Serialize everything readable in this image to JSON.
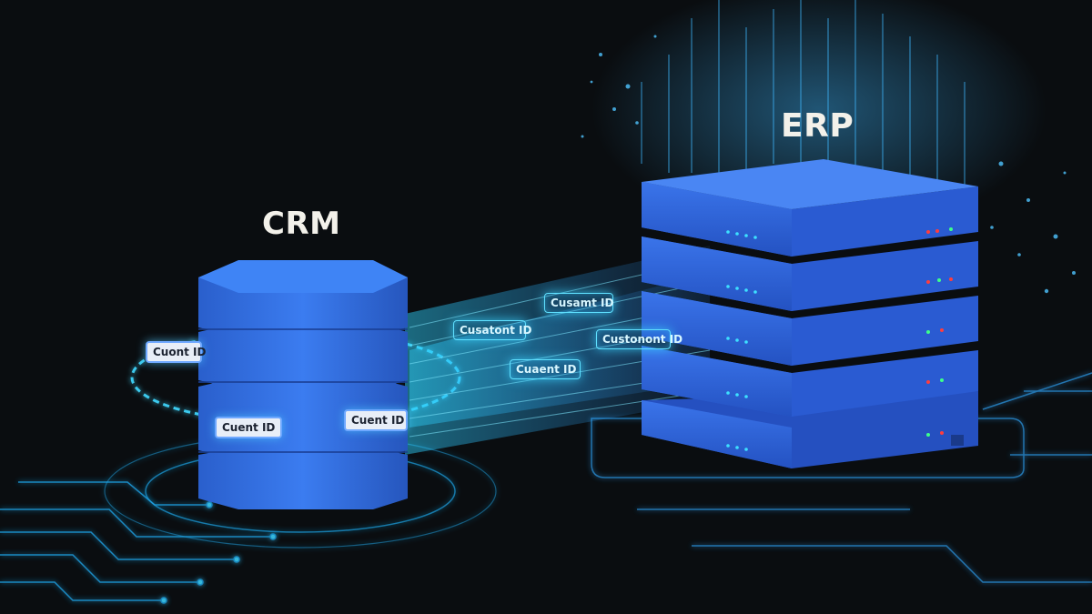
{
  "labels": {
    "crm": "CRM",
    "erp": "ERP"
  },
  "cards": [
    {
      "label": "Cuont ID",
      "sub": ""
    },
    {
      "label": "Cuent ID",
      "sub": ""
    },
    {
      "label": "Cuent ID",
      "sub": ""
    },
    {
      "label": "Cusatont ID",
      "sub": ""
    },
    {
      "label": "Cusamt ID",
      "sub": ""
    },
    {
      "label": "Cuaent ID",
      "sub": ""
    },
    {
      "label": "Custonont ID",
      "sub": ""
    }
  ],
  "colors": {
    "background": "#0a0d10",
    "crm_blue": "#2f6fe0",
    "erp_blue": "#2e63d6",
    "glow_cyan": "#3fd8ff",
    "label_text": "#f3f1ea"
  }
}
